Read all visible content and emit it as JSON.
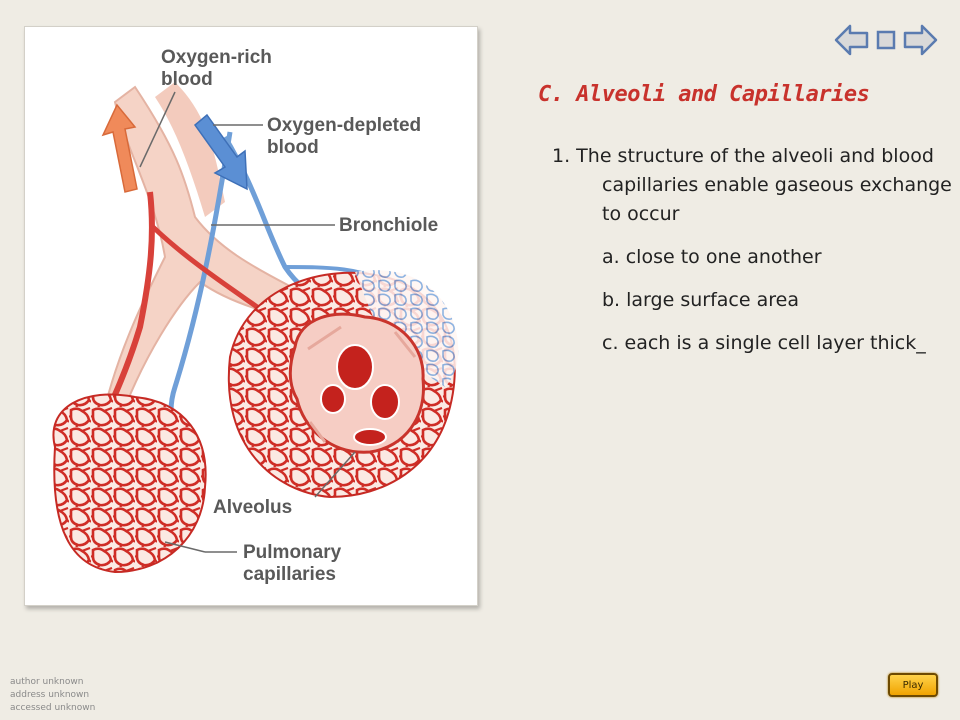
{
  "figure": {
    "labels": {
      "oxygen_rich": [
        "Oxygen-rich",
        "blood"
      ],
      "oxygen_depleted": [
        "Oxygen-depleted",
        "blood"
      ],
      "bronchiole": "Bronchiole",
      "alveolus": "Alveolus",
      "pulmonary": [
        "Pulmonary",
        "capillaries"
      ]
    }
  },
  "nav": {
    "back_icon": "arrow-left-icon",
    "home_icon": "square-stop-icon",
    "forward_icon": "arrow-right-icon"
  },
  "slide": {
    "title": "C. Alveoli and Capillaries",
    "point1": "1. The structure of the alveoli and blood capillaries enable gaseous exchange to occur",
    "sub_a": "a. close to one another",
    "sub_b": "b. large surface area",
    "sub_c": "c. each is a single cell layer thick_"
  },
  "attribution": {
    "author": "author unknown",
    "address": "address unknown",
    "accessed": "accessed unknown"
  },
  "play_button": {
    "label": "Play"
  },
  "colors": {
    "title": "#c8322c",
    "artery": "#d8413a",
    "vein": "#6f9fd8",
    "play": "#f0a300"
  }
}
